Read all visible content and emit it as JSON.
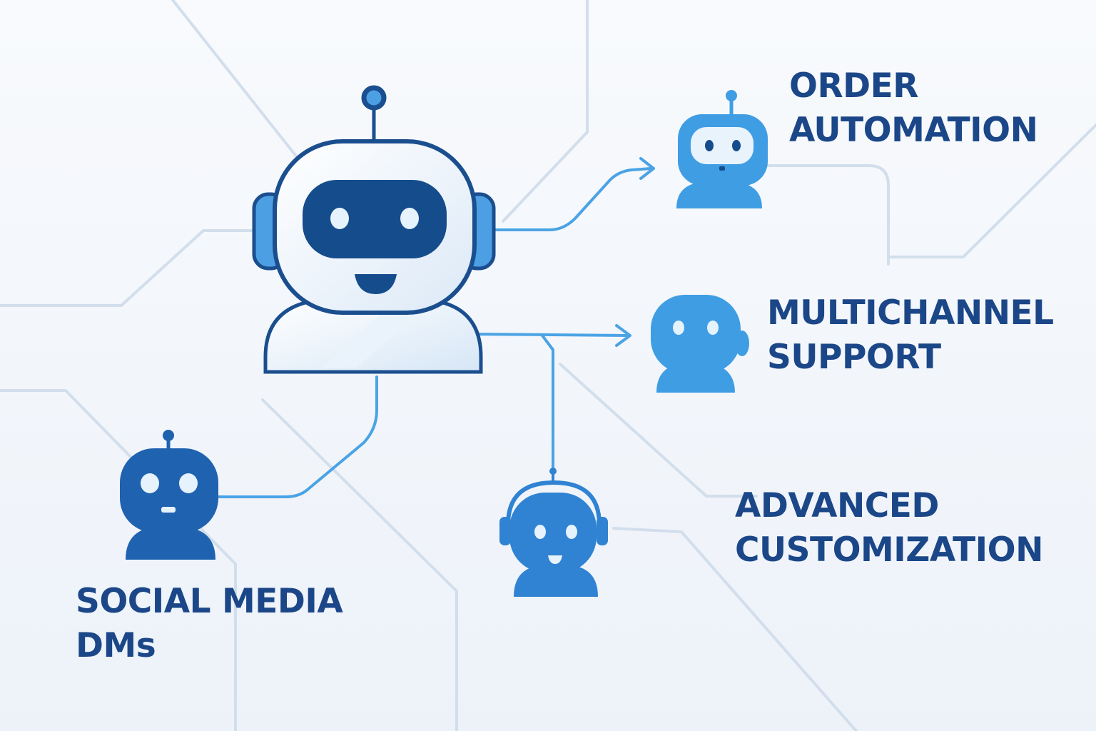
{
  "colors": {
    "background": "#f3f6fb",
    "circuit_line": "#d3deec",
    "connector": "#4aa3e4",
    "main_outline": "#1a4e8e",
    "main_visor": "#154c8c",
    "main_accent": "#4c9fe2",
    "bot_light": "#3f9de4",
    "bot_mid": "#2f83d2",
    "bot_dark": "#1f62b0",
    "eye": "#e6f2fc",
    "label": "#1b4788"
  },
  "icons": {
    "main": "main-robot-icon",
    "order_automation": "robot-icon",
    "multichannel_support": "robot-icon",
    "advanced_customization": "headset-robot-icon",
    "social_media": "robot-icon"
  },
  "nodes": [
    {
      "key": "order_automation",
      "lines": [
        "ORDER",
        "AUTOMATION"
      ]
    },
    {
      "key": "multichannel_support",
      "lines": [
        "MULTICHANNEL",
        "SUPPORT"
      ]
    },
    {
      "key": "advanced_customization",
      "lines": [
        "ADVANCED",
        "CUSTOMIZATION"
      ]
    },
    {
      "key": "social_media",
      "lines": [
        "SOCIAL MEDIA",
        "DMs"
      ]
    }
  ]
}
